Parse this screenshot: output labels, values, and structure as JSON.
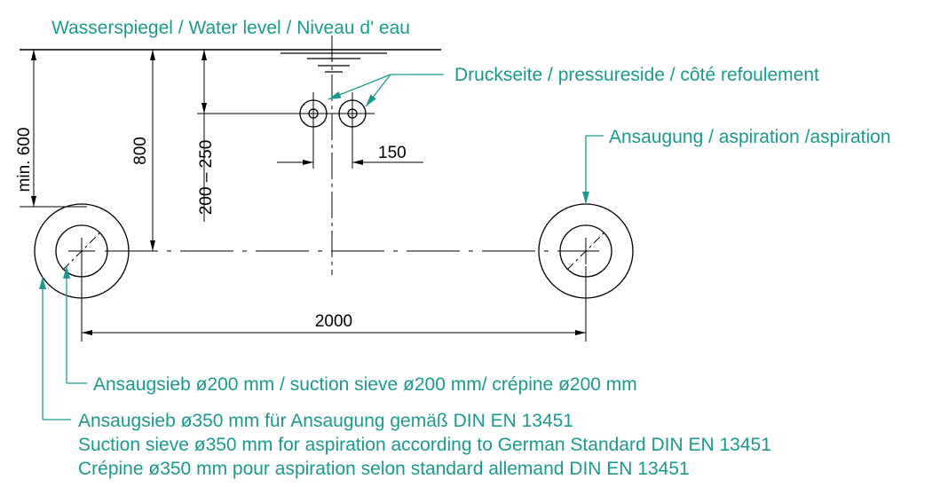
{
  "colors": {
    "label": "#1a9a8e",
    "line": "#000000",
    "background": "#ffffff"
  },
  "labels": {
    "water_level": "Wasserspiegel / Water level / Niveau d' eau",
    "pressure_side": "Druckseite / pressureside / côté refoulement",
    "aspiration": "Ansaugung / aspiration /aspiration",
    "sieve_small": "Ansaugsieb ø200 mm / suction sieve ø200 mm/ crépine ø200 mm",
    "sieve_large": [
      "Ansaugsieb ø350 mm für Ansaugung gemäß DIN EN 13451",
      "Suction sieve ø350 mm for aspiration according to German Standard DIN EN 13451",
      "Crépine ø350 mm pour aspiration selon standard allemand DIN EN 13451"
    ]
  },
  "dimensions": {
    "min_600": "min. 600",
    "d_800": "800",
    "d_200_250": "200 – 250",
    "d_150": "150",
    "d_2000": "2000"
  }
}
